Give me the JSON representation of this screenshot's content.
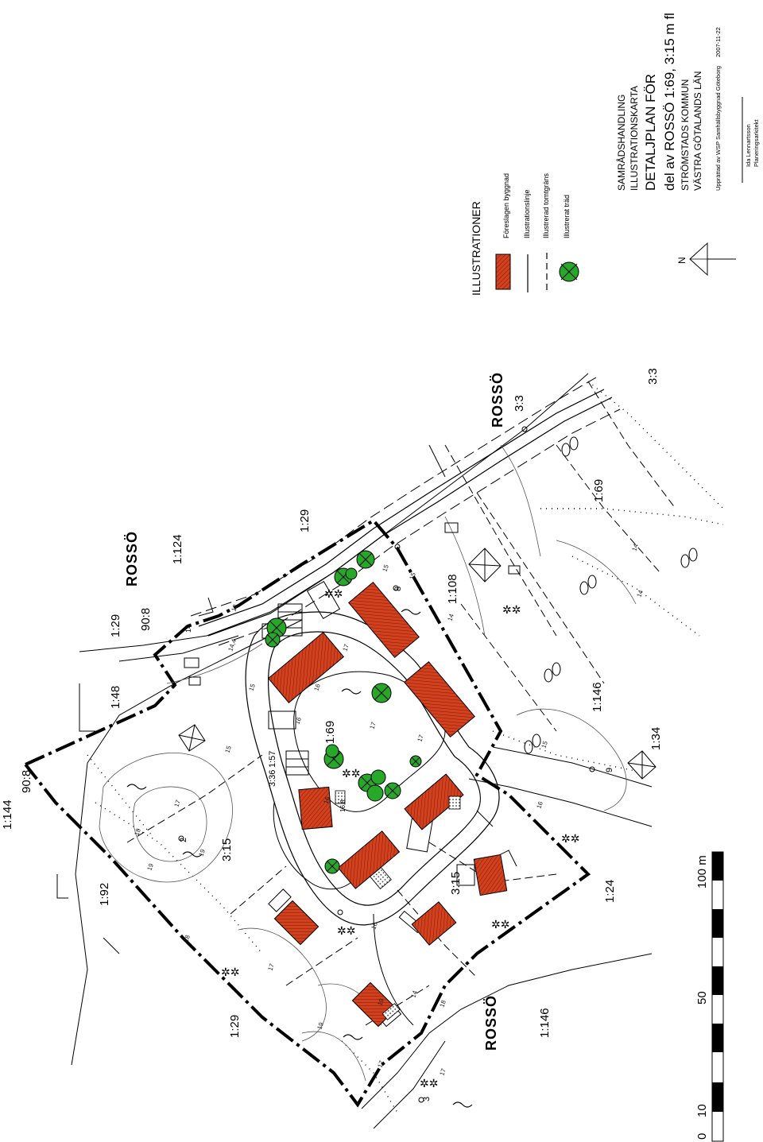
{
  "legend": {
    "heading": "ILLUSTRATIONER",
    "items": [
      {
        "label": "Föreslagen byggnad",
        "icon": "building-swatch"
      },
      {
        "label": "Illustrationslinje",
        "icon": "solid-line"
      },
      {
        "label": "Illustrerad tomtgräns",
        "icon": "dashed-line"
      },
      {
        "label": "Illustrerat träd",
        "icon": "tree-symbol"
      }
    ]
  },
  "title_block": {
    "line1": "SAMRÅDSHANDLING",
    "line2": "ILLUSTRATIONSKARTA",
    "line3": "DETALJPLAN FÖR",
    "line4": "del av ROSSÖ 1:69, 3:15 m fl",
    "line5": "STRÖMSTADS KOMMUN",
    "line6": "VÄSTRA GÖTALANDS LÄN",
    "prepared": "Upprättad av WSP Samhällsbyggnad Göteborg",
    "date": "2007-11-22",
    "signer_name": "Ida Lennartsson",
    "signer_title": "Planeringsarkitekt"
  },
  "north": "N",
  "scale_bar": {
    "labels": [
      "0",
      "10",
      "50",
      "100 m"
    ]
  },
  "parcels": {
    "rosso_top": "ROSSÖ",
    "p1_124": "1:124",
    "p1_29_top": "1:29",
    "p90_8_top": "90:8",
    "p1_29_right": "1:29",
    "p1_48": "1:48",
    "p90_8_left": "90:8",
    "p1_144": "1:144",
    "p1_92": "1:92",
    "p3_15_left": "3:15",
    "p3_36": "3:36",
    "p1_57": "1:57",
    "p1_69_mid": "1:69",
    "p1_108": "1:108",
    "rosso_right": "ROSSÖ",
    "p3_3_a": "3:3",
    "p3_3_b": "3:3",
    "p1_69_right": "1:69",
    "p1_146_mid": "1:146",
    "p1_34": "1:34",
    "p3_15_mid": "3:15",
    "p1_24": "1:24",
    "p1_29_bottom": "1:29",
    "rosso_bottom": "ROSSÖ",
    "p1_146_bottom": "1:146"
  },
  "contours": [
    "17",
    "18",
    "19",
    "19",
    "17",
    "19",
    "17",
    "18",
    "19",
    "16",
    "17",
    "18",
    "15",
    "15",
    "16",
    "17",
    "15",
    "14",
    "16",
    "16",
    "14",
    "17",
    "17",
    "13",
    "16",
    "15",
    "14",
    "14,4",
    "15",
    "14"
  ],
  "spot_heights": [
    "2",
    "3",
    "8",
    "9",
    "16,8",
    "14"
  ]
}
